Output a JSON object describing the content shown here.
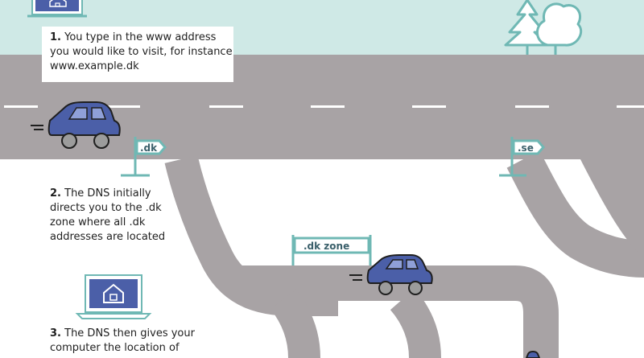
{
  "steps": [
    {
      "number": "1.",
      "text": "You type in the www address you would like to visit, for instance www.example.dk"
    },
    {
      "number": "2.",
      "text": "The DNS initially directs you to the .dk zone where all .dk addresses are located"
    },
    {
      "number": "3.",
      "text": "The DNS then gives your computer the location of"
    }
  ],
  "signs": {
    "dk": ".dk",
    "se": ".se",
    "dk_zone": ".dk zone"
  },
  "icons": [
    "laptop-home-icon",
    "car-icon",
    "tree-icon"
  ],
  "colors": {
    "sky": "#cfe9e6",
    "road": "#a8a3a5",
    "road_marking": "#ffffff",
    "car": "#4b5fa8",
    "sign_outline": "#6fb8b4",
    "laptop_screen": "#4b5fa8"
  }
}
